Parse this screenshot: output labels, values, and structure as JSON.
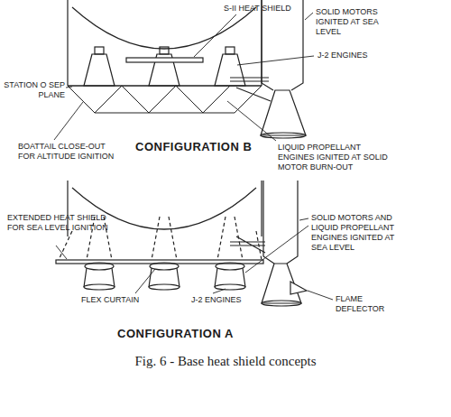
{
  "diagram": {
    "caption": "Fig. 6 - Base heat shield concepts",
    "labels": [
      "S-II HEAT SHIELD",
      "SOLID MOTORS IGNITED AT SEA LEVEL",
      "J-2 ENGINES",
      "STATION O SEP PLANE",
      "BOATTAIL CLOSE-OUT FOR ALTITUDE IGNITION",
      "CONFIGURATION B",
      "LIQUID PROPELLANT ENGINES IGNITED AT SOLID MOTOR BURN-OUT",
      "EXTENDED HEAT SHIELD FOR SEA LEVEL IGNITION",
      "SOLID MOTORS AND LIQUID PROPELLANT ENGINES IGNITED AT SEA LEVEL",
      "FLEX CURTAIN",
      "J-2 ENGINES",
      "FLAME DEFLECTOR",
      "CONFIGURATION A"
    ]
  }
}
